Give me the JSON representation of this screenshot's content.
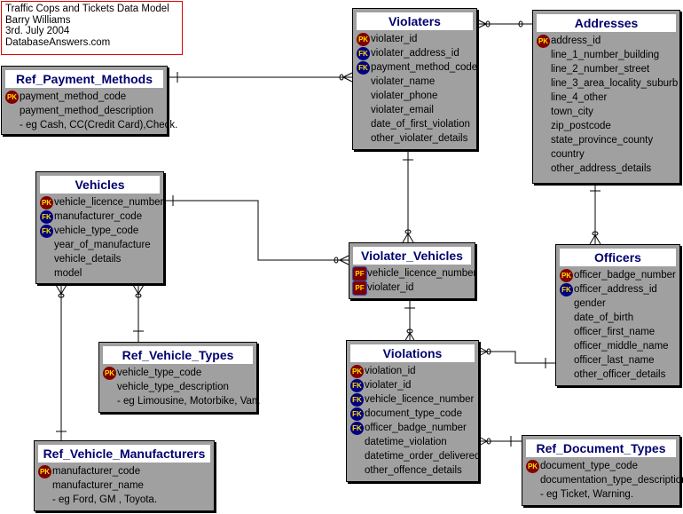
{
  "note": {
    "lines": [
      "Traffic Cops and Tickets Data Model",
      "Barry Williams",
      "3rd. July 2004",
      "DatabaseAnswers.com"
    ],
    "border_color": "#e00000"
  },
  "colors": {
    "entity_bg": "#a0a0a0",
    "title_text": "#000070",
    "pk_badge": "#800000",
    "fk_badge": "#000080",
    "badge_text": "#ffe000"
  },
  "entities": {
    "ref_payment_methods": {
      "title": "Ref_Payment_Methods",
      "rows": [
        {
          "key": "PK",
          "text": "payment_method_code"
        },
        {
          "key": "",
          "text": "payment_method_description"
        },
        {
          "key": "",
          "text": "- eg Cash, CC(Credit Card),Check."
        }
      ]
    },
    "violaters": {
      "title": "Violaters",
      "rows": [
        {
          "key": "PK",
          "text": "violater_id"
        },
        {
          "key": "FK",
          "text": "violater_address_id"
        },
        {
          "key": "FK",
          "text": "payment_method_code"
        },
        {
          "key": "",
          "text": "violater_name"
        },
        {
          "key": "",
          "text": "violater_phone"
        },
        {
          "key": "",
          "text": "violater_email"
        },
        {
          "key": "",
          "text": "date_of_first_violation"
        },
        {
          "key": "",
          "text": "other_violater_details"
        }
      ]
    },
    "addresses": {
      "title": "Addresses",
      "rows": [
        {
          "key": "PK",
          "text": "address_id"
        },
        {
          "key": "",
          "text": "line_1_number_building"
        },
        {
          "key": "",
          "text": "line_2_number_street"
        },
        {
          "key": "",
          "text": "line_3_area_locality_suburb"
        },
        {
          "key": "",
          "text": "line_4_other"
        },
        {
          "key": "",
          "text": "town_city"
        },
        {
          "key": "",
          "text": "zip_postcode"
        },
        {
          "key": "",
          "text": "state_province_county"
        },
        {
          "key": "",
          "text": "country"
        },
        {
          "key": "",
          "text": "other_address_details"
        }
      ]
    },
    "vehicles": {
      "title": "Vehicles",
      "rows": [
        {
          "key": "PK",
          "text": "vehicle_licence_number"
        },
        {
          "key": "FK",
          "text": "manufacturer_code"
        },
        {
          "key": "FK",
          "text": "vehicle_type_code"
        },
        {
          "key": "",
          "text": "year_of_manufacture"
        },
        {
          "key": "",
          "text": "vehicle_details"
        },
        {
          "key": "",
          "text": "model"
        }
      ]
    },
    "violater_vehicles": {
      "title": "Violater_Vehicles",
      "rows": [
        {
          "key": "PF",
          "text": "vehicle_licence_number"
        },
        {
          "key": "PF",
          "text": "violater_id"
        }
      ]
    },
    "officers": {
      "title": "Officers",
      "rows": [
        {
          "key": "PK",
          "text": "officer_badge_number"
        },
        {
          "key": "FK",
          "text": "officer_address_id"
        },
        {
          "key": "",
          "text": "gender"
        },
        {
          "key": "",
          "text": "date_of_birth"
        },
        {
          "key": "",
          "text": "officer_first_name"
        },
        {
          "key": "",
          "text": "officer_middle_name"
        },
        {
          "key": "",
          "text": "officer_last_name"
        },
        {
          "key": "",
          "text": "other_officer_details"
        }
      ]
    },
    "violations": {
      "title": "Violations",
      "rows": [
        {
          "key": "PK",
          "text": "violation_id"
        },
        {
          "key": "FK",
          "text": "violater_id"
        },
        {
          "key": "FK",
          "text": "vehicle_licence_number"
        },
        {
          "key": "FK",
          "text": "document_type_code"
        },
        {
          "key": "FK",
          "text": "officer_badge_number"
        },
        {
          "key": "",
          "text": "datetime_violation"
        },
        {
          "key": "",
          "text": "datetime_order_delivered"
        },
        {
          "key": "",
          "text": "other_offence_details"
        }
      ]
    },
    "ref_vehicle_types": {
      "title": "Ref_Vehicle_Types",
      "rows": [
        {
          "key": "PK",
          "text": "vehicle_type_code"
        },
        {
          "key": "",
          "text": "vehicle_type_description"
        },
        {
          "key": "",
          "text": "- eg Limousine, Motorbike, Van."
        }
      ]
    },
    "ref_vehicle_manufacturers": {
      "title": "Ref_Vehicle_Manufacturers",
      "rows": [
        {
          "key": "PK",
          "text": "manufacturer_code"
        },
        {
          "key": "",
          "text": "manufacturer_name"
        },
        {
          "key": "",
          "text": "- eg Ford, GM , Toyota."
        }
      ]
    },
    "ref_document_types": {
      "title": "Ref_Document_Types",
      "rows": [
        {
          "key": "PK",
          "text": "document_type_code"
        },
        {
          "key": "",
          "text": "documentation_type_description"
        },
        {
          "key": "",
          "text": "- eg Ticket, Warning."
        }
      ]
    }
  },
  "relationships": [
    {
      "from": "ref_payment_methods",
      "to": "violaters",
      "cardinality": "one-to-many"
    },
    {
      "from": "addresses",
      "to": "violaters",
      "cardinality": "one-to-many"
    },
    {
      "from": "addresses",
      "to": "officers",
      "cardinality": "one-to-many"
    },
    {
      "from": "violaters",
      "to": "violater_vehicles",
      "cardinality": "one-to-many"
    },
    {
      "from": "vehicles",
      "to": "violater_vehicles",
      "cardinality": "one-to-many"
    },
    {
      "from": "violater_vehicles",
      "to": "violations",
      "cardinality": "one-to-many"
    },
    {
      "from": "ref_vehicle_types",
      "to": "vehicles",
      "cardinality": "one-to-many"
    },
    {
      "from": "ref_vehicle_manufacturers",
      "to": "vehicles",
      "cardinality": "one-to-many"
    },
    {
      "from": "officers",
      "to": "violations",
      "cardinality": "one-to-many"
    },
    {
      "from": "ref_document_types",
      "to": "violations",
      "cardinality": "one-to-many"
    }
  ]
}
